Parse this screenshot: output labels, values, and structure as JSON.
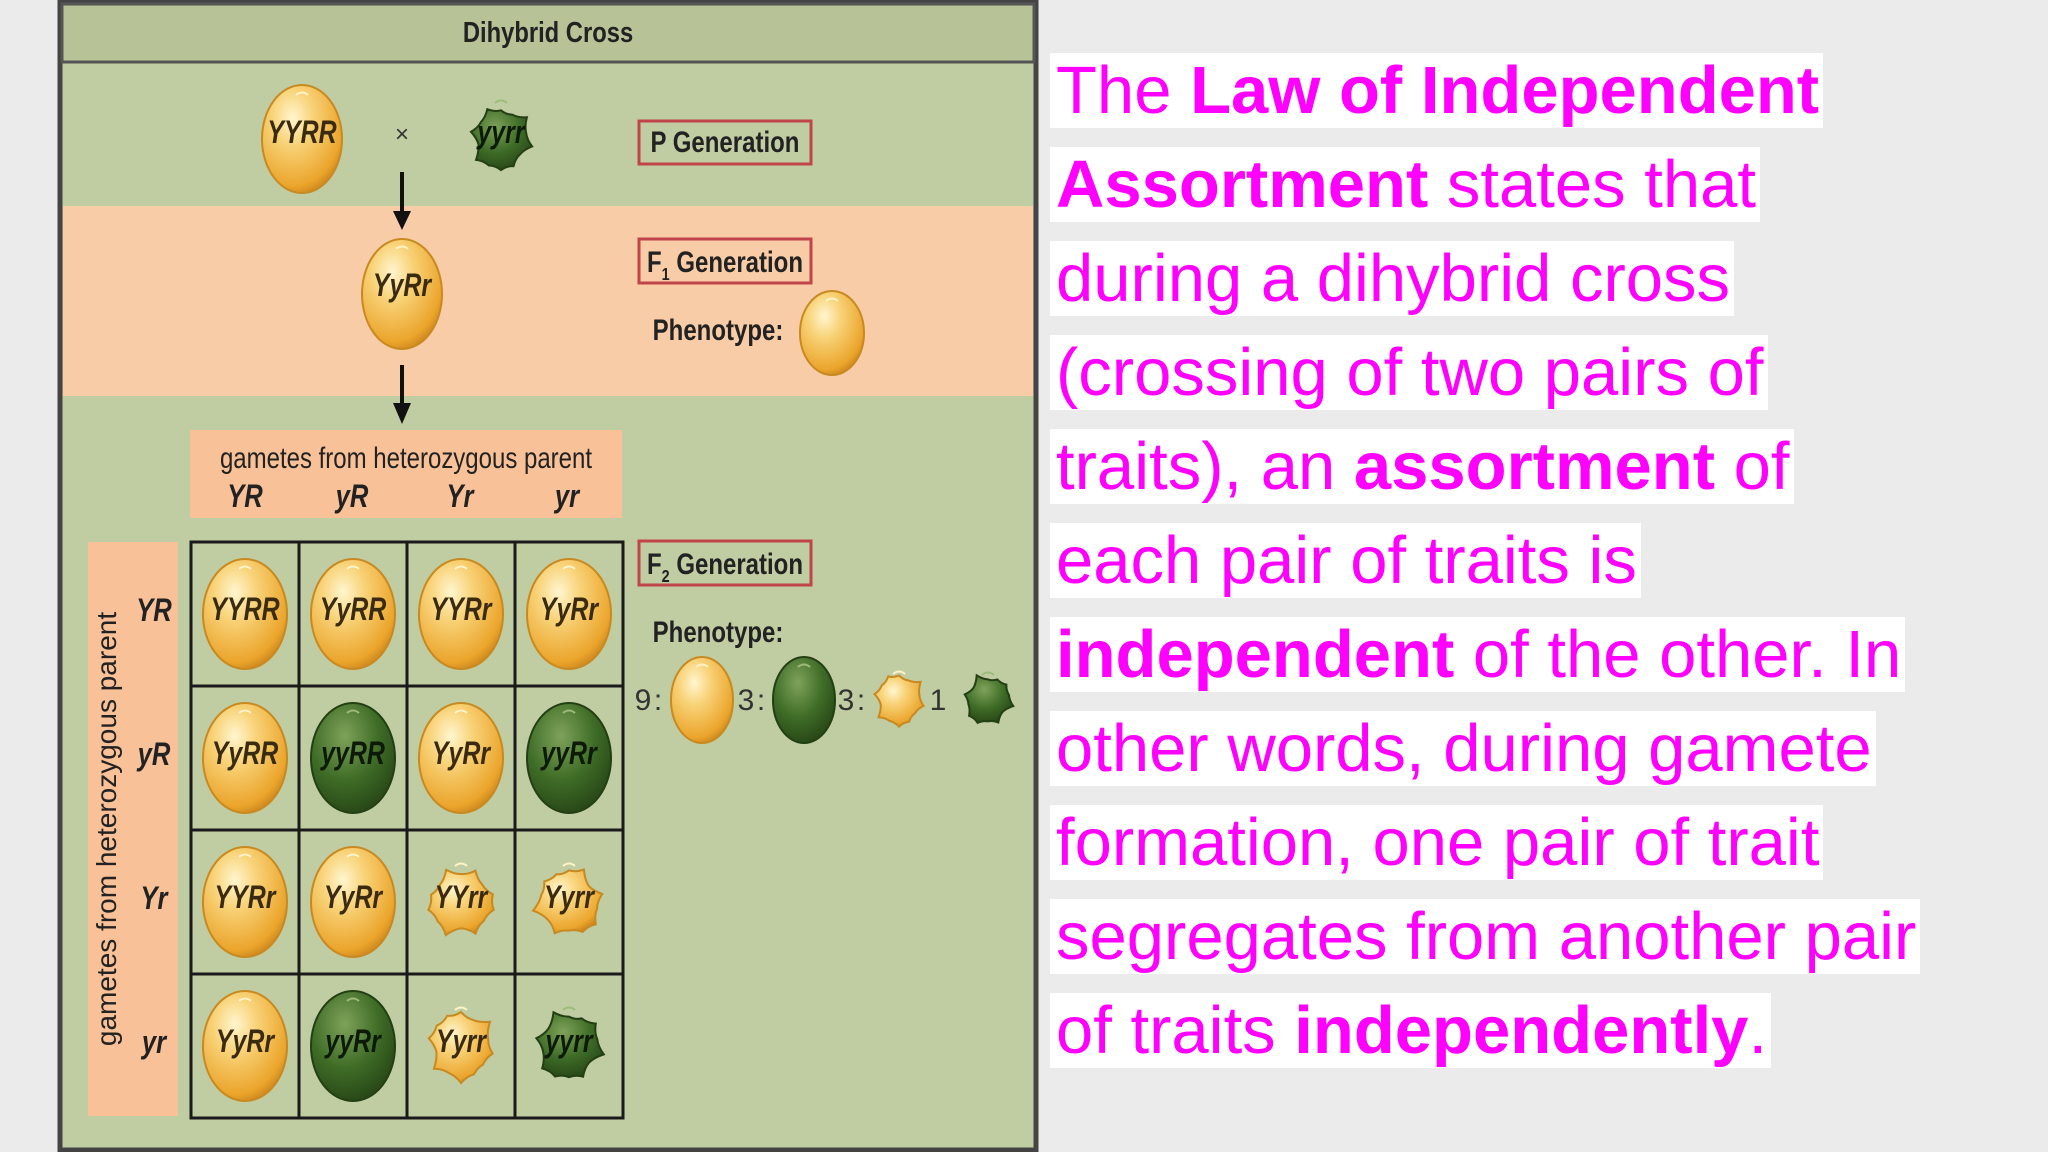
{
  "diagram": {
    "title": "Dihybrid Cross",
    "cross_symbol": "×",
    "p_generation": {
      "label": "P Generation",
      "parent1": "YYRR",
      "parent2": "yyrr"
    },
    "f1_generation": {
      "label_prefix": "F",
      "label_sub": "1",
      "label_suffix": " Generation",
      "genotype": "YyRr",
      "phenotype_label": "Phenotype:"
    },
    "gametes_top": {
      "caption": "gametes from heterozygous parent",
      "alleles": [
        "YR",
        "yR",
        "Yr",
        "yr"
      ]
    },
    "gametes_side": {
      "caption": "gametes from heterozygous parent",
      "alleles": [
        "YR",
        "yR",
        "Yr",
        "yr"
      ]
    },
    "punnett": [
      [
        {
          "g": "YYRR",
          "pea": "yellow-round"
        },
        {
          "g": "YyRR",
          "pea": "yellow-round"
        },
        {
          "g": "YYRr",
          "pea": "yellow-round"
        },
        {
          "g": "YyRr",
          "pea": "yellow-round"
        }
      ],
      [
        {
          "g": "YyRR",
          "pea": "yellow-round"
        },
        {
          "g": "yyRR",
          "pea": "green-round"
        },
        {
          "g": "YyRr",
          "pea": "yellow-round"
        },
        {
          "g": "yyRr",
          "pea": "green-round"
        }
      ],
      [
        {
          "g": "YYRr",
          "pea": "yellow-round"
        },
        {
          "g": "YyRr",
          "pea": "yellow-round"
        },
        {
          "g": "YYrr",
          "pea": "yellow-wrinkled"
        },
        {
          "g": "Yyrr",
          "pea": "yellow-wrinkled"
        }
      ],
      [
        {
          "g": "YyRr",
          "pea": "yellow-round"
        },
        {
          "g": "yyRr",
          "pea": "green-round"
        },
        {
          "g": "Yyrr",
          "pea": "yellow-wrinkled"
        },
        {
          "g": "yyrr",
          "pea": "green-wrinkled"
        }
      ]
    ],
    "f2_generation": {
      "label_prefix": "F",
      "label_sub": "2",
      "label_suffix": " Generation",
      "phenotype_label": "Phenotype:",
      "ratio": [
        {
          "n": "9",
          "sep": ":",
          "pea": "yellow-round"
        },
        {
          "n": "3",
          "sep": ":",
          "pea": "green-round"
        },
        {
          "n": "3",
          "sep": ":",
          "pea": "yellow-wrinkled"
        },
        {
          "n": "1",
          "sep": "",
          "pea": "green-wrinkled"
        }
      ]
    },
    "colors": {
      "green_band": "#c0cca2",
      "peach_band": "#f8cca6",
      "gamete_box": "#f8c198",
      "header": "#b7c397",
      "frame": "#3c3c3c",
      "label_border": "#c0444a",
      "yellow_pea": "#f3b63d",
      "green_pea": "#3e6b25"
    }
  },
  "law_text": {
    "lines": [
      [
        {
          "t": "The ",
          "b": false
        },
        {
          "t": "Law of Independent",
          "b": true
        }
      ],
      [
        {
          "t": "Assortment",
          "b": true
        },
        {
          "t": " states that",
          "b": false
        }
      ],
      [
        {
          "t": "during a dihybrid cross",
          "b": false
        }
      ],
      [
        {
          "t": "(crossing of two pairs of",
          "b": false
        }
      ],
      [
        {
          "t": "traits), an ",
          "b": false
        },
        {
          "t": "assortment",
          "b": true
        },
        {
          "t": " of",
          "b": false
        }
      ],
      [
        {
          "t": "each pair of traits is",
          "b": false
        }
      ],
      [
        {
          "t": "independent",
          "b": true
        },
        {
          "t": " of the other. In",
          "b": false
        }
      ],
      [
        {
          "t": "other words, during gamete",
          "b": false
        }
      ],
      [
        {
          "t": "formation, one pair of trait",
          "b": false
        }
      ],
      [
        {
          "t": "segregates from another pair",
          "b": false
        }
      ],
      [
        {
          "t": "of traits ",
          "b": false
        },
        {
          "t": "independently",
          "b": true
        },
        {
          "t": ".",
          "b": false
        }
      ]
    ],
    "color": "#ff00ff"
  }
}
